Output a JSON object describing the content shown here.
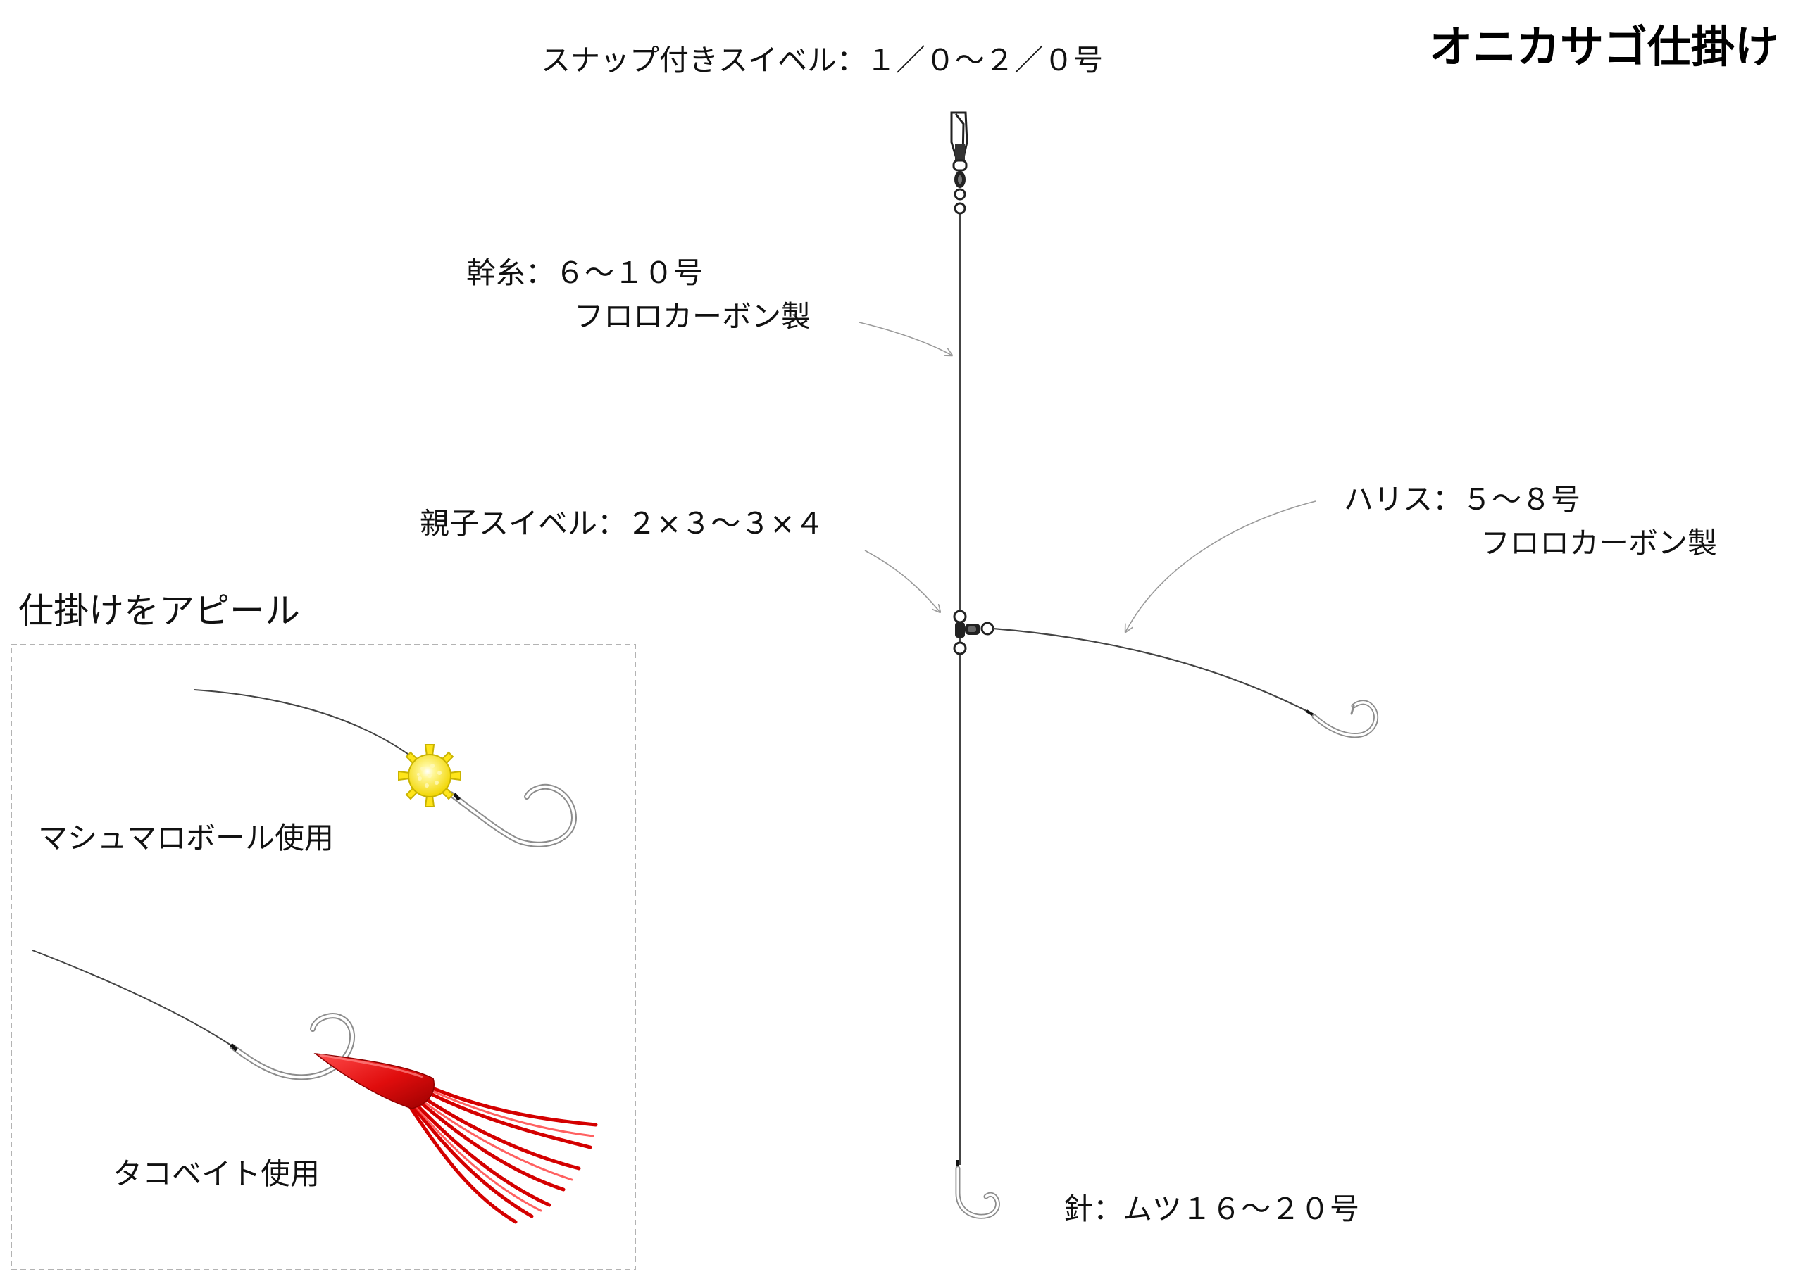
{
  "title": "オニカサゴ仕掛け",
  "labels": {
    "snap_swivel": "スナップ付きスイベル：１／０～２／０号",
    "main_line_1": "幹糸：６～１０号",
    "main_line_2": "フロロカーボン製",
    "three_way_swivel": "親子スイベル：２×３～３×４",
    "leader_1": "ハリス：５～８号",
    "leader_2": "フロロカーボン製",
    "hook": "針：ムツ１６～２０号"
  },
  "inset": {
    "heading": "仕掛けをアピール",
    "marshmallow_label": "マシュマロボール使用",
    "octopus_label": "タコベイト使用"
  },
  "colors": {
    "line": "#444444",
    "arrow": "#9a9a9a",
    "hook_fill": "#ffffff",
    "hook_stroke": "#8c8c8c",
    "swivel": "#222222",
    "ball_fill": "#ffe51a",
    "ball_stroke": "#c9b300",
    "skirt_red": "#e00d0d",
    "skirt_dark": "#8e0000",
    "inset_border": "#b3b3b3"
  }
}
